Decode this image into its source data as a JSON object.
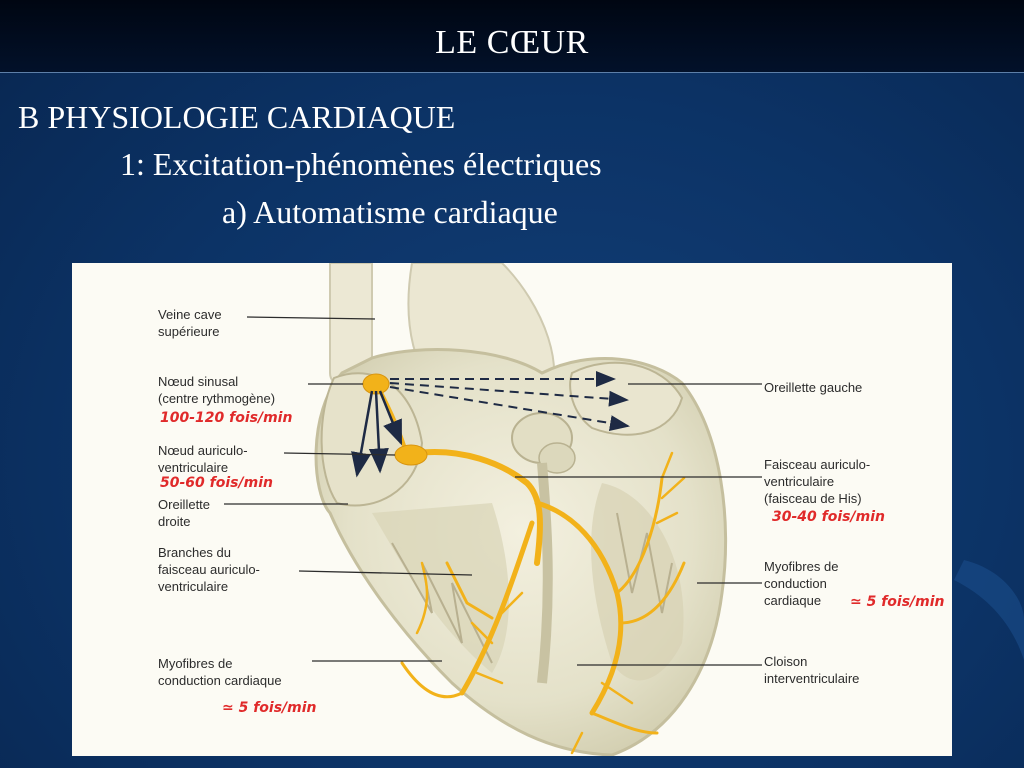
{
  "slide": {
    "title": "LE CŒUR",
    "heading": "B PHYSIOLOGIE CARDIAQUE",
    "subheading": "1: Excitation-phénomènes électriques",
    "subsubheading": "a) Automatisme cardiaque"
  },
  "figure": {
    "labels": {
      "veine_cave": "Veine cave\nsupérieure",
      "noeud_sinusal": "Nœud sinusal\n(centre rythmogène)",
      "noeud_av": "Nœud auriculo-\nventriculaire",
      "oreillette_droite": "Oreillette\ndroite",
      "branches": "Branches du\nfaisceau auriculo-\nventriculaire",
      "myofibres_left": "Myofibres de\nconduction cardiaque",
      "oreillette_gauche": "Oreillette gauche",
      "faisceau_his": "Faisceau auriculo-\nventriculaire\n(faisceau de His)",
      "myofibres_right": "Myofibres de\nconduction\ncardiaque",
      "cloison": "Cloison\ninterventriculaire"
    },
    "annotations": {
      "sinusal_rate": "100-120 fois/min",
      "av_rate": "50-60 fois/min",
      "his_rate": "30-40 fois/min",
      "myofibres_right_rate": "≃ 5 fois/min",
      "myofibres_left_rate": "≃ 5 fois/min"
    },
    "colors": {
      "conduction": "#f2b21a",
      "annotation": "#e02a2a",
      "slide_background": "#0c3366"
    }
  }
}
